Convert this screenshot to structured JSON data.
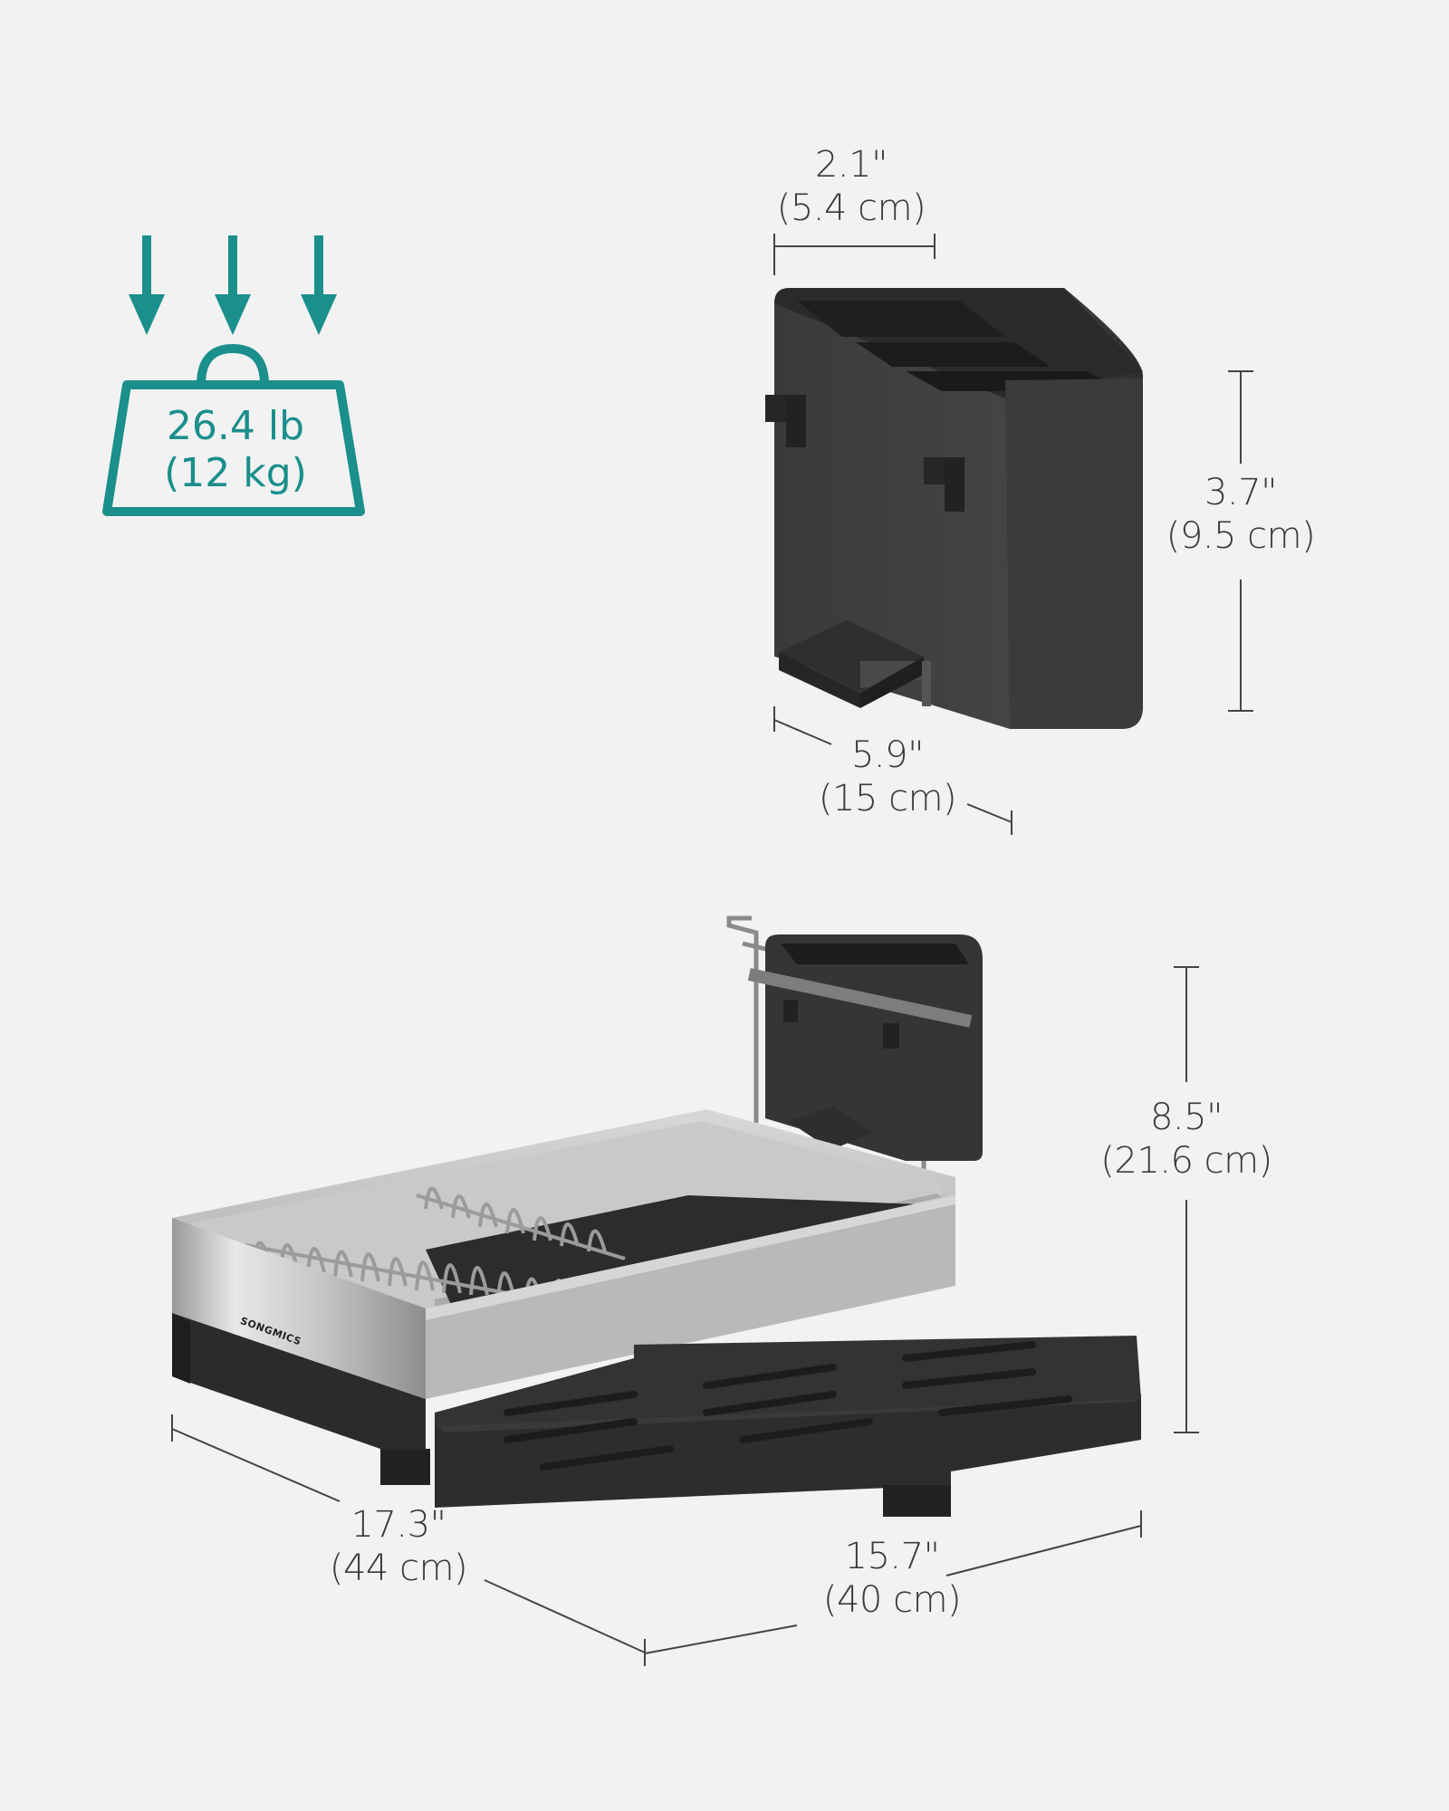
{
  "weight": {
    "imperial": "26.4 lb",
    "metric": "(12 kg)",
    "icon": "weight-load-icon",
    "color": "#1a8f8c"
  },
  "holder": {
    "width": {
      "imperial": "2.1\"",
      "metric": "(5.4 cm)"
    },
    "height": {
      "imperial": "3.7\"",
      "metric": "(9.5 cm)"
    },
    "length": {
      "imperial": "5.9\"",
      "metric": "(15 cm)"
    }
  },
  "rack": {
    "brand": "SONGMICS",
    "height": {
      "imperial": "8.5\"",
      "metric": "(21.6 cm)"
    },
    "length": {
      "imperial": "17.3\"",
      "metric": "(44 cm)"
    },
    "depth": {
      "imperial": "15.7\"",
      "metric": "(40 cm)"
    }
  }
}
